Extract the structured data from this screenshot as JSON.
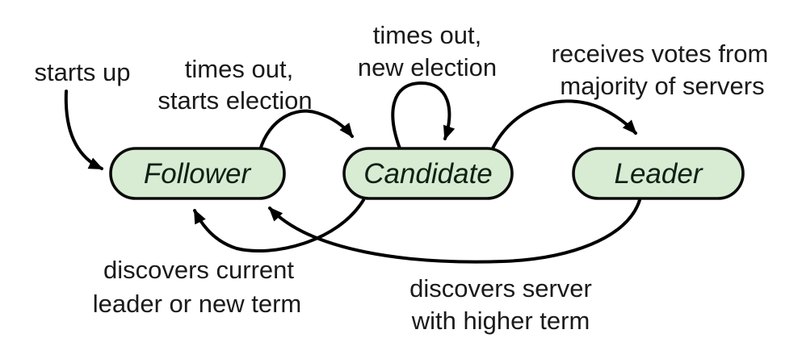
{
  "diagram": {
    "type": "state-diagram",
    "topic": "Raft server states",
    "background": "#ffffff",
    "colors": {
      "node_fill": "#d7ecd2",
      "node_border": "#0b0b0b",
      "node_text": "#0f2015",
      "edge_stroke": "#000000",
      "label_text": "#1a1a1a"
    },
    "nodes": [
      {
        "id": "follower",
        "label": "Follower"
      },
      {
        "id": "candidate",
        "label": "Candidate"
      },
      {
        "id": "leader",
        "label": "Leader"
      }
    ],
    "edges": [
      {
        "from": "start",
        "to": "follower",
        "label_lines": [
          "starts up"
        ]
      },
      {
        "from": "follower",
        "to": "candidate",
        "label_lines": [
          "times out,",
          "starts election"
        ]
      },
      {
        "from": "candidate",
        "to": "candidate",
        "label_lines": [
          "times out,",
          "new election"
        ]
      },
      {
        "from": "candidate",
        "to": "leader",
        "label_lines": [
          "receives votes from",
          "majority of servers"
        ]
      },
      {
        "from": "candidate",
        "to": "follower",
        "label_lines": [
          "discovers current",
          "leader or new term"
        ]
      },
      {
        "from": "leader",
        "to": "follower",
        "label_lines": [
          "discovers server",
          "with higher term"
        ]
      }
    ]
  }
}
